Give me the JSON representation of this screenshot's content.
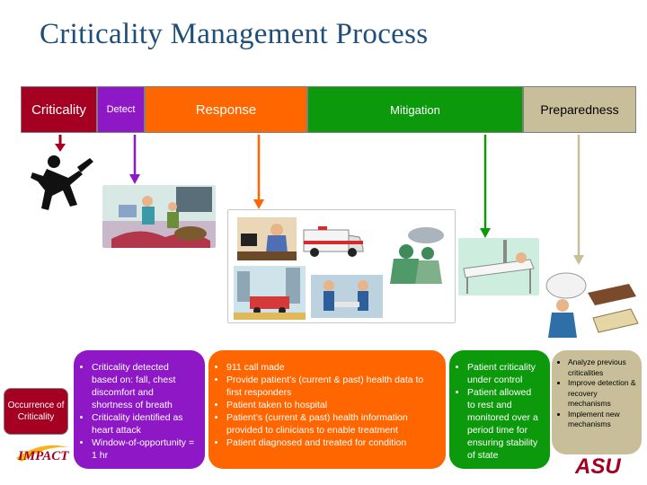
{
  "title": "Criticality Management Process",
  "phases": [
    {
      "label": "Criticality",
      "color": "#a50021"
    },
    {
      "label": "Detect",
      "color": "#8e18c5"
    },
    {
      "label": "Response",
      "color": "#ff6600"
    },
    {
      "label": "Mitigation",
      "color": "#0c9a0c"
    },
    {
      "label": "Preparedness",
      "color": "#c8bf9a"
    }
  ],
  "occurrence_label": "Occurrence of Criticality",
  "detect_box": {
    "items": [
      "Criticality detected based on: fall, chest discomfort and shortness of breath",
      "Criticality identified as heart attack",
      "Window-of-opportunity = 1 hr"
    ]
  },
  "response_box": {
    "items": [
      "911 call made",
      "Provide patient’s (current & past) health data to first responders",
      "Patient taken to hospital",
      "Patient’s (current & past) health information provided to clinicians to enable treatment",
      "Patient diagnosed and treated for condition"
    ]
  },
  "mitigation_box": {
    "items": [
      "Patient criticality under control",
      "Patient allowed to rest and monitored over a period time for ensuring stability of state"
    ]
  },
  "preparedness_box": {
    "items": [
      "Analyze previous criticalities",
      "Improve detection & recovery mechanisms",
      "Implement new mechanisms"
    ]
  },
  "logos": {
    "impact": "IMPACT",
    "asu": "ASU"
  }
}
